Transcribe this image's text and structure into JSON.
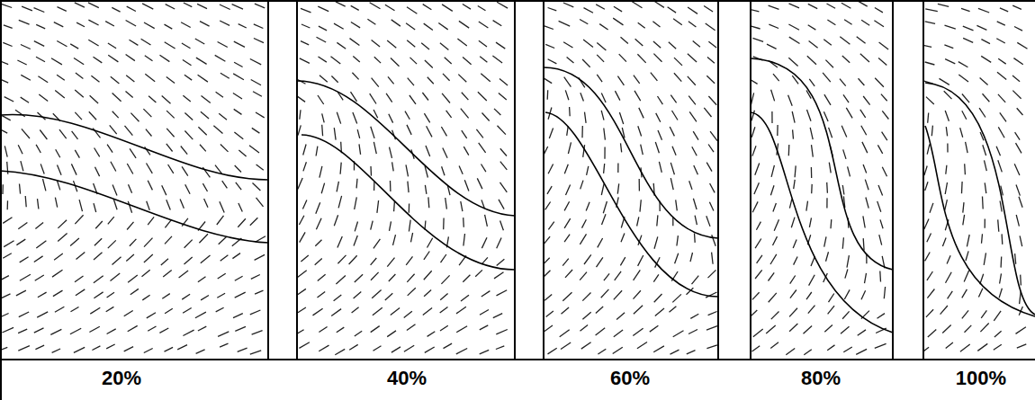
{
  "diagram": {
    "labels": [
      "20%",
      "40%",
      "60%",
      "80%",
      "100%"
    ]
  }
}
